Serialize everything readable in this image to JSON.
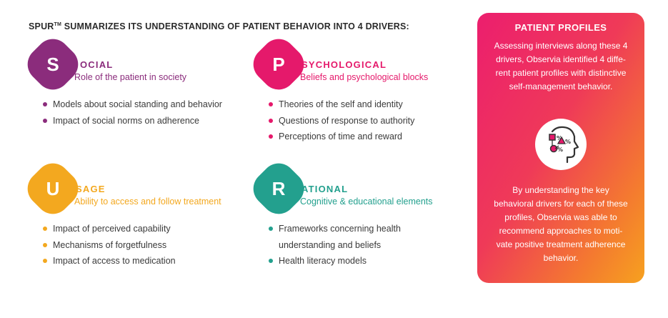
{
  "headline": {
    "text": "SPUR",
    "tm": "TM",
    "rest": " SUMMARIZES ITS UNDERSTANDING OF PATIENT BEHAVIOR INTO 4 DRIVERS:"
  },
  "colors": {
    "social": "#8b2c7c",
    "psychological": "#e5196b",
    "usage": "#f3a81f",
    "rational": "#23a08e"
  },
  "drivers": [
    {
      "letter": "S",
      "title": "OCIAL",
      "subtitle": "Role of the patient in society",
      "bullets": [
        "Models about social standing and behavior",
        "Impact of social norms on adherence"
      ]
    },
    {
      "letter": "P",
      "title": "SYCHOLOGICAL",
      "subtitle": "Beliefs and psychological blocks",
      "bullets": [
        "Theories of the self and identity",
        "Questions of response to authority",
        "Perceptions of time and reward"
      ]
    },
    {
      "letter": "U",
      "title": "SAGE",
      "subtitle": "Ability to access and follow treatment",
      "bullets": [
        "Impact of perceived capability",
        "Mechanisms of forgetfulness",
        "Impact of access to medication"
      ]
    },
    {
      "letter": "R",
      "title": "ATIONAL",
      "subtitle": "Cognitive & educational elements",
      "bullets": [
        "Frameworks concerning health",
        "understanding  and beliefs",
        "Health literacy models"
      ]
    }
  ],
  "panel": {
    "title": "PATIENT PROFILES",
    "text1": [
      "Assessing interviews along these 4",
      "drivers, Observia identified 4 diffe-",
      "rent patient profiles with distinctive",
      "self-management behavior."
    ],
    "text2": [
      "By understanding the key",
      "behavioral drivers for each of these",
      "profiles, Observia was able to",
      "recommend approaches to moti-",
      "vate positive treatment adherence",
      "behavior."
    ],
    "icon": "head-profile-icon"
  }
}
